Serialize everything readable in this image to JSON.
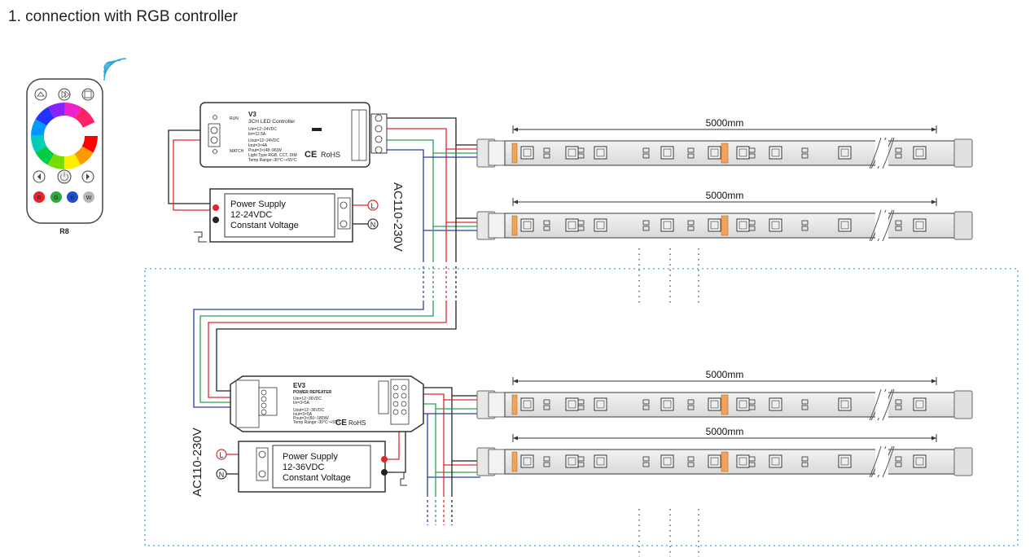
{
  "title": "1. connection with RGB controller",
  "remote": {
    "label": "R8",
    "buttons": [
      "R",
      "G",
      "B",
      "W"
    ],
    "colors": {
      "R": "#e8232b",
      "G": "#2eaa3c",
      "B": "#1f4fd1",
      "W": "#b8b8b8"
    }
  },
  "controller": {
    "model": "V3",
    "name": "3CH LED Controller",
    "specs": [
      "Uin=12~24VDC",
      "Iin=12.5A",
      "Uout=12~24VDC",
      "Iout=3×4A",
      "Pout=3×(48~96)W",
      "Light Type RGB, CCT, DIM",
      "Temp Range:-30°C~+55°C"
    ],
    "left_labels": [
      "RUN",
      "MATCH"
    ],
    "rohs": "RoHS",
    "ce": "CE"
  },
  "power_supply_top": {
    "lines": [
      "Power Supply",
      "12-24VDC",
      "Constant Voltage"
    ],
    "ac": "AC110-230V"
  },
  "repeater": {
    "model": "EV3",
    "name": "POWER REPEATER",
    "specs": [
      "Uin=12~36VDC",
      "Iin=3×5A",
      "Uout=12~36VDC",
      "Iout=3×5A",
      "Pout=3×(60~180)W",
      "Temp Range:-30°C~+55°C"
    ],
    "rohs": "RoHS",
    "ce": "CE"
  },
  "power_supply_bottom": {
    "lines": [
      "Power Supply",
      "12-36VDC",
      "Constant Voltage"
    ],
    "ac": "AC110-230V"
  },
  "terminals": {
    "live": "L",
    "neutral": "N"
  },
  "strips": [
    {
      "length": "5000mm"
    },
    {
      "length": "5000mm"
    },
    {
      "length": "5000mm"
    },
    {
      "length": "5000mm"
    }
  ],
  "wire_colors": {
    "red": "#e0262d",
    "green": "#2aa050",
    "blue": "#2b3aa8",
    "black": "#222222",
    "mains": "#e0262d",
    "dotted_box": "#3aa7d6"
  }
}
